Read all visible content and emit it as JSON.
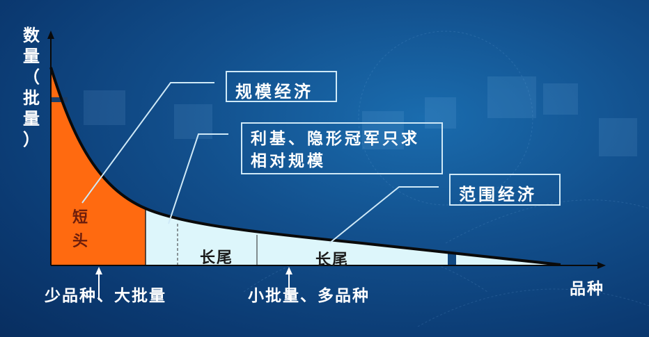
{
  "diagram": {
    "type": "long-tail",
    "y_axis_label": [
      "数",
      "量",
      "（",
      "批",
      "量",
      "）"
    ],
    "x_axis_label": "品种",
    "head_label": [
      "短",
      "头"
    ],
    "tail_labels": [
      "长尾",
      "长尾"
    ],
    "callouts": {
      "scale_economy": "规模经济",
      "hidden_champion_line1": "利基、隐形冠军只求",
      "hidden_champion_line2": "相对规模",
      "scope_economy": "范围经济"
    },
    "bottom_annotations": {
      "left": "少品种、大批量",
      "middle": "小批量、多品种"
    },
    "colors": {
      "head_fill": "#ff6a10",
      "tail_fill": "#ddf6fb",
      "curve": "#0a0a0a",
      "callout_line": "#cfe9f7",
      "background": "#124f8c"
    }
  }
}
